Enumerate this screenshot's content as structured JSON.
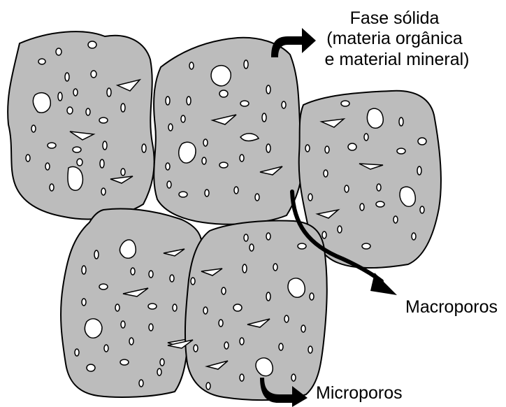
{
  "labels": {
    "solid_phase": [
      "Fase sólida",
      "(materia orgânica",
      "e material mineral)"
    ],
    "macropores": "Macroporos",
    "micropores": "Microporos"
  },
  "colors": {
    "aggregate_fill": "#bcbcbc",
    "outline": "#000000",
    "pore_fill": "#ffffff",
    "background": "#ffffff"
  }
}
